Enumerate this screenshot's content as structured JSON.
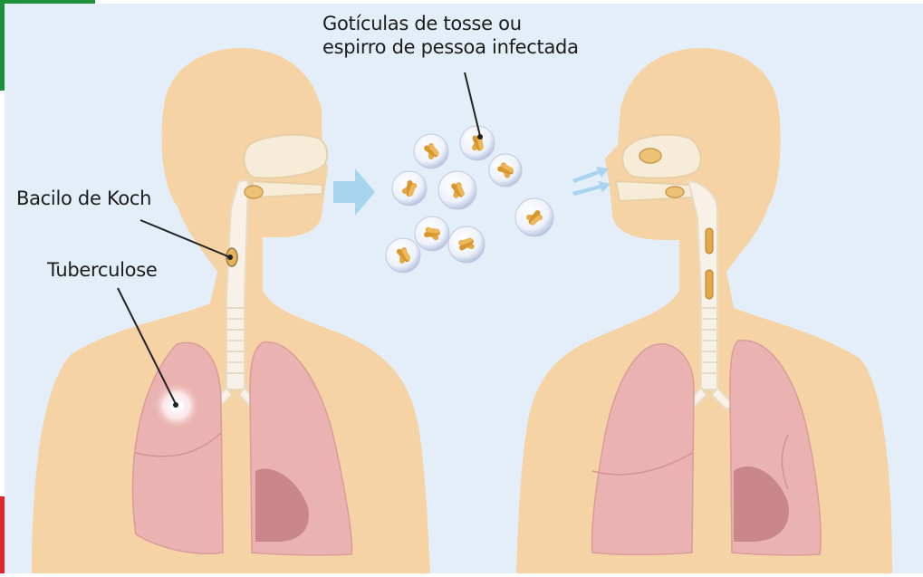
{
  "labels": {
    "droplets_line1": "Gotículas de tosse ou",
    "droplets_line2": "espirro de pessoa infectada",
    "bacillus": "Bacilo de Koch",
    "tuberculosis": "Tuberculose"
  },
  "colors": {
    "background": "#e3eef8",
    "skin": "#f6d3a5",
    "lung": "#eab3b1",
    "lung_dark": "#c9878a",
    "trachea": "#f7f1e7",
    "arrow": "#a9d4ef",
    "bacillus": "#e3a947",
    "accent_green": "#1e8f3a",
    "accent_red": "#e2232a"
  }
}
